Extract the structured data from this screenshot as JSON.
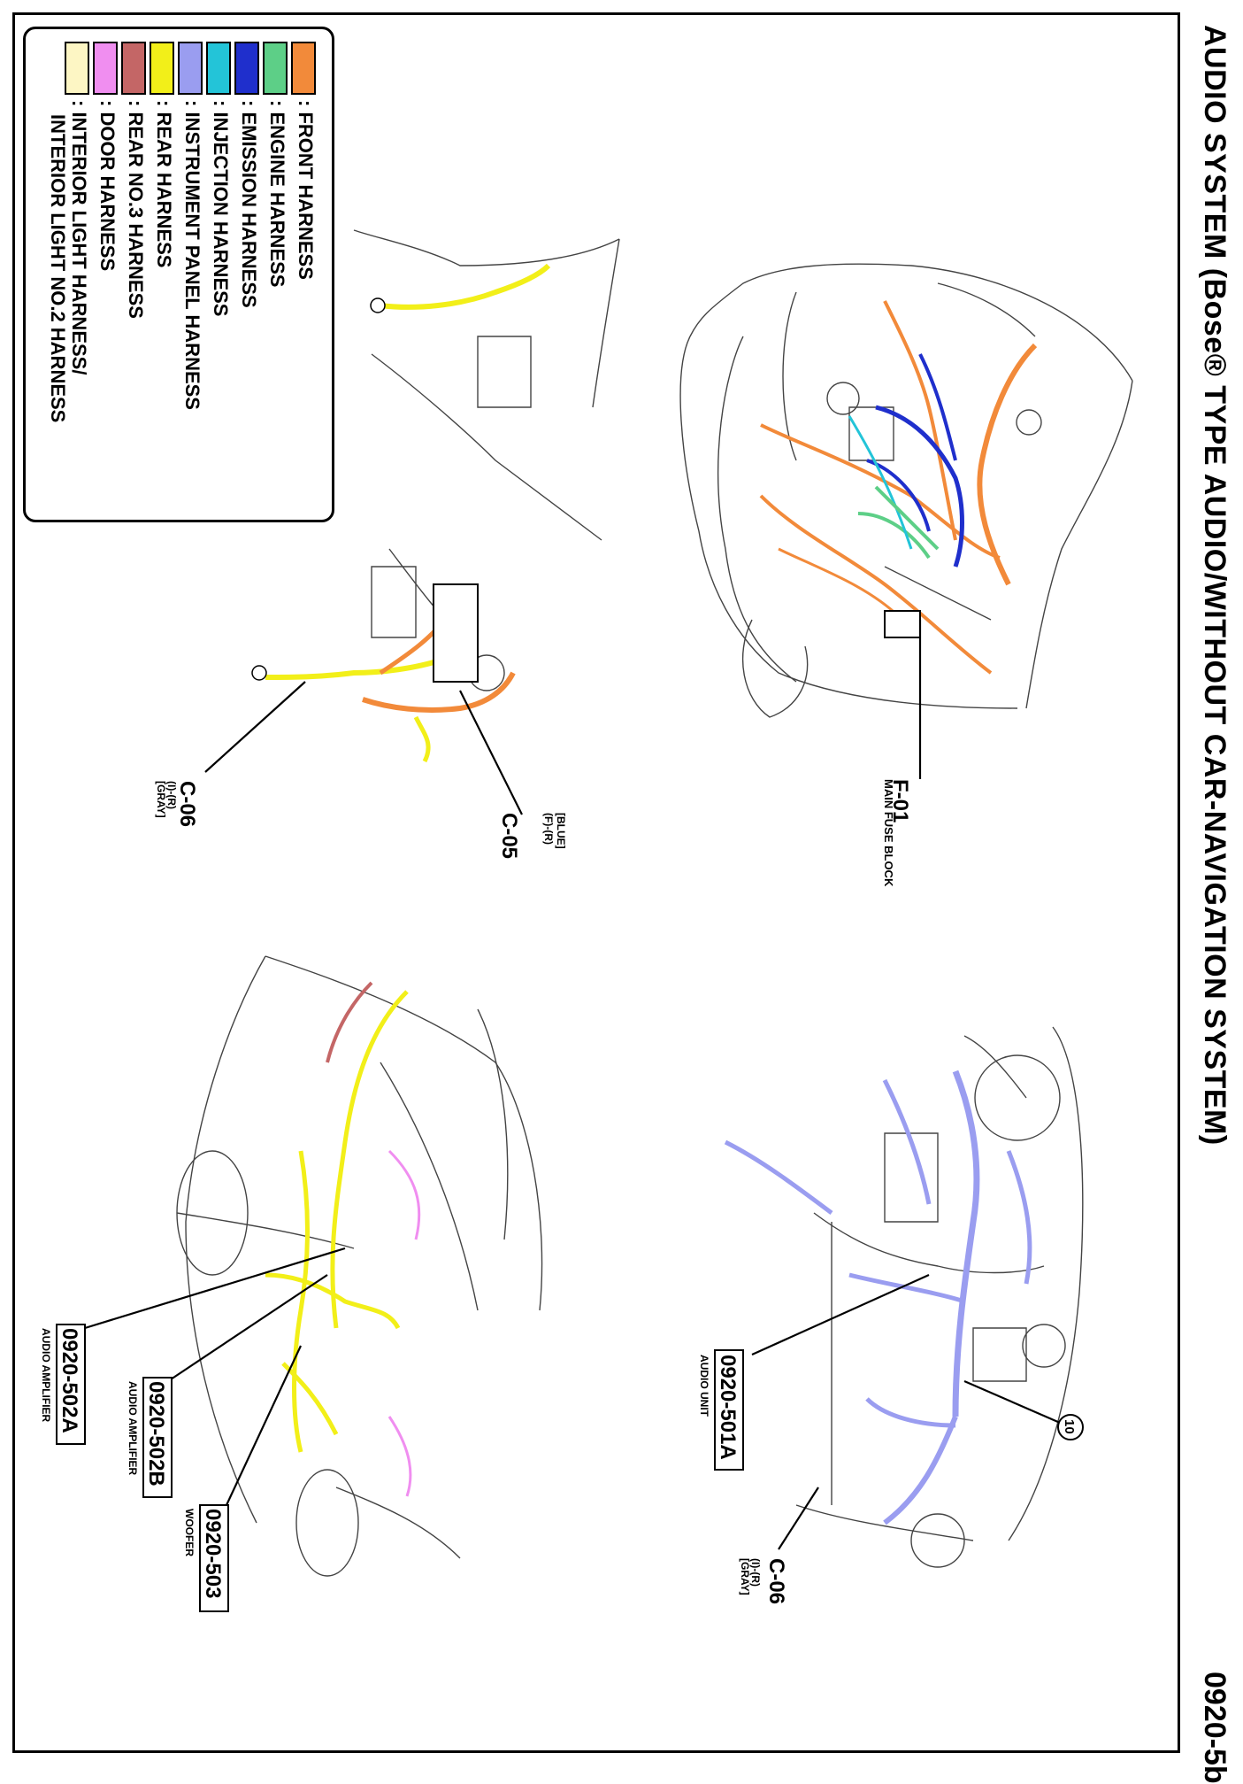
{
  "page": {
    "title": "AUDIO SYSTEM (Bose® TYPE AUDIO/WITHOUT CAR-NAVIGATION SYSTEM)",
    "code": "0920-5b"
  },
  "legend": [
    {
      "label": ": FRONT HARNESS",
      "color": "#f28a3a"
    },
    {
      "label": ": ENGINE HARNESS",
      "color": "#5dcf87"
    },
    {
      "label": ": EMISSION HARNESS",
      "color": "#1f2fcc"
    },
    {
      "label": ": INJECTION HARNESS",
      "color": "#23c4d8"
    },
    {
      "label": ": INSTRUMENT PANEL HARNESS",
      "color": "#9a9df0"
    },
    {
      "label": ": REAR HARNESS",
      "color": "#f2ef19"
    },
    {
      "label": ": REAR NO.3 HARNESS",
      "color": "#c46666"
    },
    {
      "label": ": DOOR HARNESS",
      "color": "#f08ef0"
    },
    {
      "label": ": INTERIOR LIGHT HARNESS/",
      "label2": "INTERIOR LIGHT NO.2 HARNESS",
      "color": "#fdf6c4"
    }
  ],
  "callouts": {
    "c05": {
      "id": "C-05",
      "sub1": "(F)-(R)",
      "sub2": "[BLUE]"
    },
    "c06_left": {
      "id": "C-06",
      "sub1": "(I)-(R)",
      "sub2": "[GRAY]"
    },
    "f01": {
      "id": "F-01",
      "sub1": "MAIN FUSE BLOCK"
    },
    "c06_right": {
      "id": "C-06",
      "sub1": "(I)-(R)",
      "sub2": "[GRAY]"
    },
    "p501a": {
      "id": "0920-501A",
      "sub1": "AUDIO UNIT"
    },
    "p502a": {
      "id": "0920-502A",
      "sub1": "AUDIO AMPLIFIER"
    },
    "p502b": {
      "id": "0920-502B",
      "sub1": "AUDIO AMPLIFIER"
    },
    "p503": {
      "id": "0920-503",
      "sub1": "WOOFER"
    },
    "ref10": {
      "id": "10"
    }
  }
}
